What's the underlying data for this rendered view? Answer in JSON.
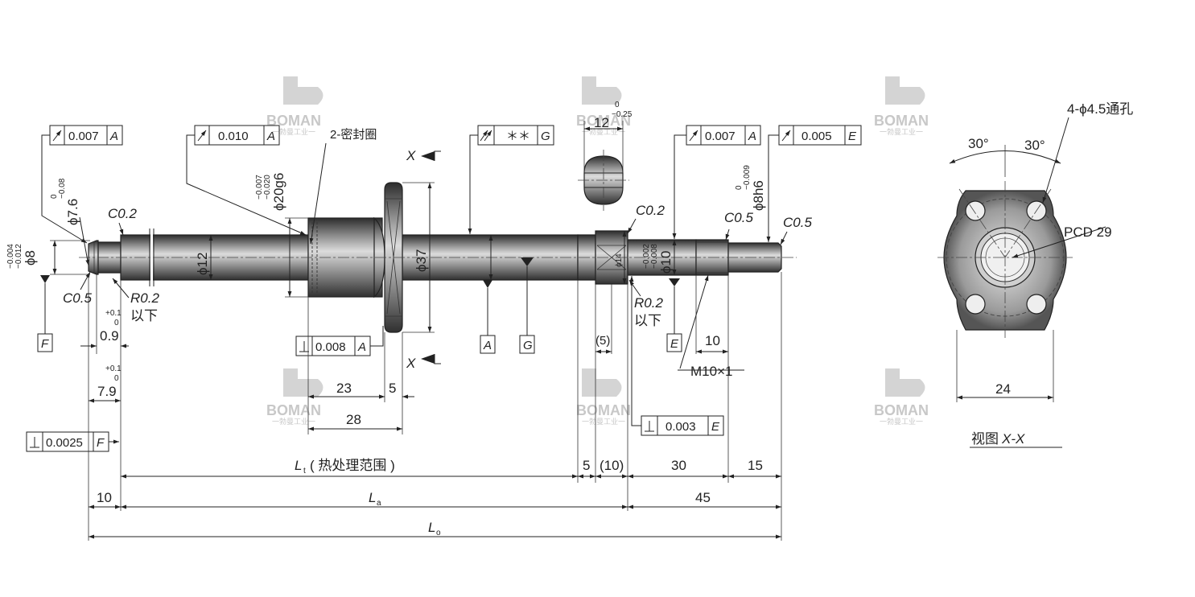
{
  "watermark": {
    "brand": "BOMAN",
    "sub": "一勃曼工业一"
  },
  "frames": {
    "f1_value": "0.007",
    "f1_ref": "A",
    "f2_value": "0.010",
    "f2_ref": "A",
    "f3_value": "＊＊",
    "f3_ref": "G",
    "f4_value": "0.007",
    "f4_ref": "A",
    "f5_value": "0.005",
    "f5_ref": "E",
    "f6_value": "0.008",
    "f6_ref": "A",
    "f7_value": "0.003",
    "f7_ref": "E",
    "f8_value": "0.0025",
    "f8_ref": "F"
  },
  "datums": {
    "F": "F",
    "A": "A",
    "G": "G",
    "E": "E"
  },
  "labels": {
    "seal": "2-密封圈",
    "phi8": "ϕ8",
    "phi8_tol_u": "−0.004",
    "phi8_tol_l": "−0.012",
    "phi76": "ϕ7.6",
    "phi76_tol_u": "0",
    "phi76_tol_l": "−0.08",
    "phi20": "ϕ20g6",
    "phi20_tol_u": "−0.007",
    "phi20_tol_l": "−0.020",
    "phi12": "ϕ12",
    "phi37": "ϕ37",
    "phi14": "ϕ14",
    "phi10": "ϕ10",
    "phi10_tol_u": "−0.002",
    "phi10_tol_l": "−0.008",
    "phi8h6": "ϕ8h6",
    "phi8h6_tol_u": "0",
    "phi8h6_tol_l": "−0.009",
    "c02_left": "C0.2",
    "c05_left": "C0.5",
    "c02_right": "C0.2",
    "c05_a": "C0.5",
    "c05_b": "C0.5",
    "r02_left": "R0.2",
    "below_left": "以下",
    "r02_right": "R0.2",
    "below_right": "以下",
    "d09": "0.9",
    "d09_tol_u": "+0.1",
    "d09_tol_l": "0",
    "d79": "7.9",
    "d79_tol_u": "+0.1",
    "d79_tol_l": "0",
    "d12": "12",
    "d12_tol_u": "0",
    "d12_tol_l": "−0.25",
    "x_top": "X",
    "x_bottom": "X",
    "d23": "23",
    "d5a": "5",
    "d28": "28",
    "d5paren": "(5)",
    "d10": "10",
    "m10": "M10×1",
    "lt": "L",
    "lt_sub": "t",
    "lt_note": "( 热处理范围 )",
    "d5b": "5",
    "d10paren": "(10)",
    "d30": "30",
    "d15": "15",
    "d10b": "10",
    "la": "L",
    "la_sub": "a",
    "d45": "45",
    "lo": "L",
    "lo_sub": "o"
  },
  "view": {
    "holes": "4-ϕ4.5通孔",
    "ang_l": "30°",
    "ang_r": "30°",
    "pcd": "PCD 29",
    "width": "24",
    "title": "视图",
    "title_it": "X-X"
  }
}
